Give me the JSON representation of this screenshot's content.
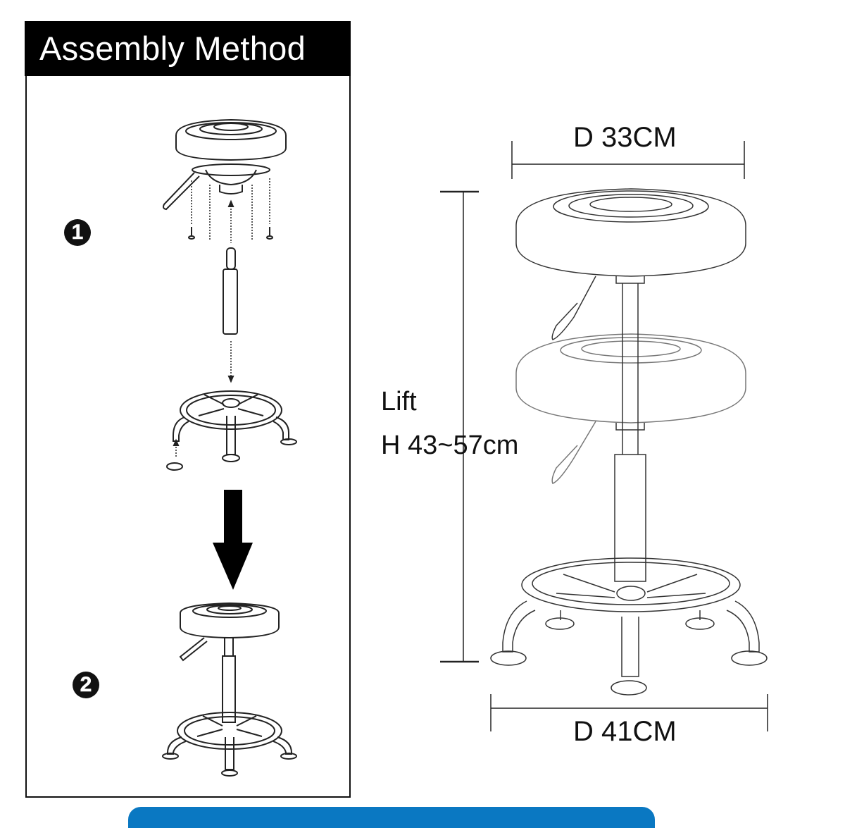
{
  "panel": {
    "title": "Assembly Method",
    "steps": [
      {
        "number": "1",
        "description": "exploded-parts-diagram"
      },
      {
        "number": "2",
        "description": "assembled-stool-diagram"
      }
    ]
  },
  "dimensions": {
    "seat_diameter": "D 33CM",
    "base_diameter": "D 41CM",
    "lift_label": "Lift",
    "height_range": "H 43~57cm"
  },
  "colors": {
    "header_bg": "#000000",
    "header_text": "#ffffff",
    "line": "#111111",
    "accent_bar": "#0a78c2"
  },
  "icons": {
    "step_arrow": "down-arrow-icon"
  }
}
